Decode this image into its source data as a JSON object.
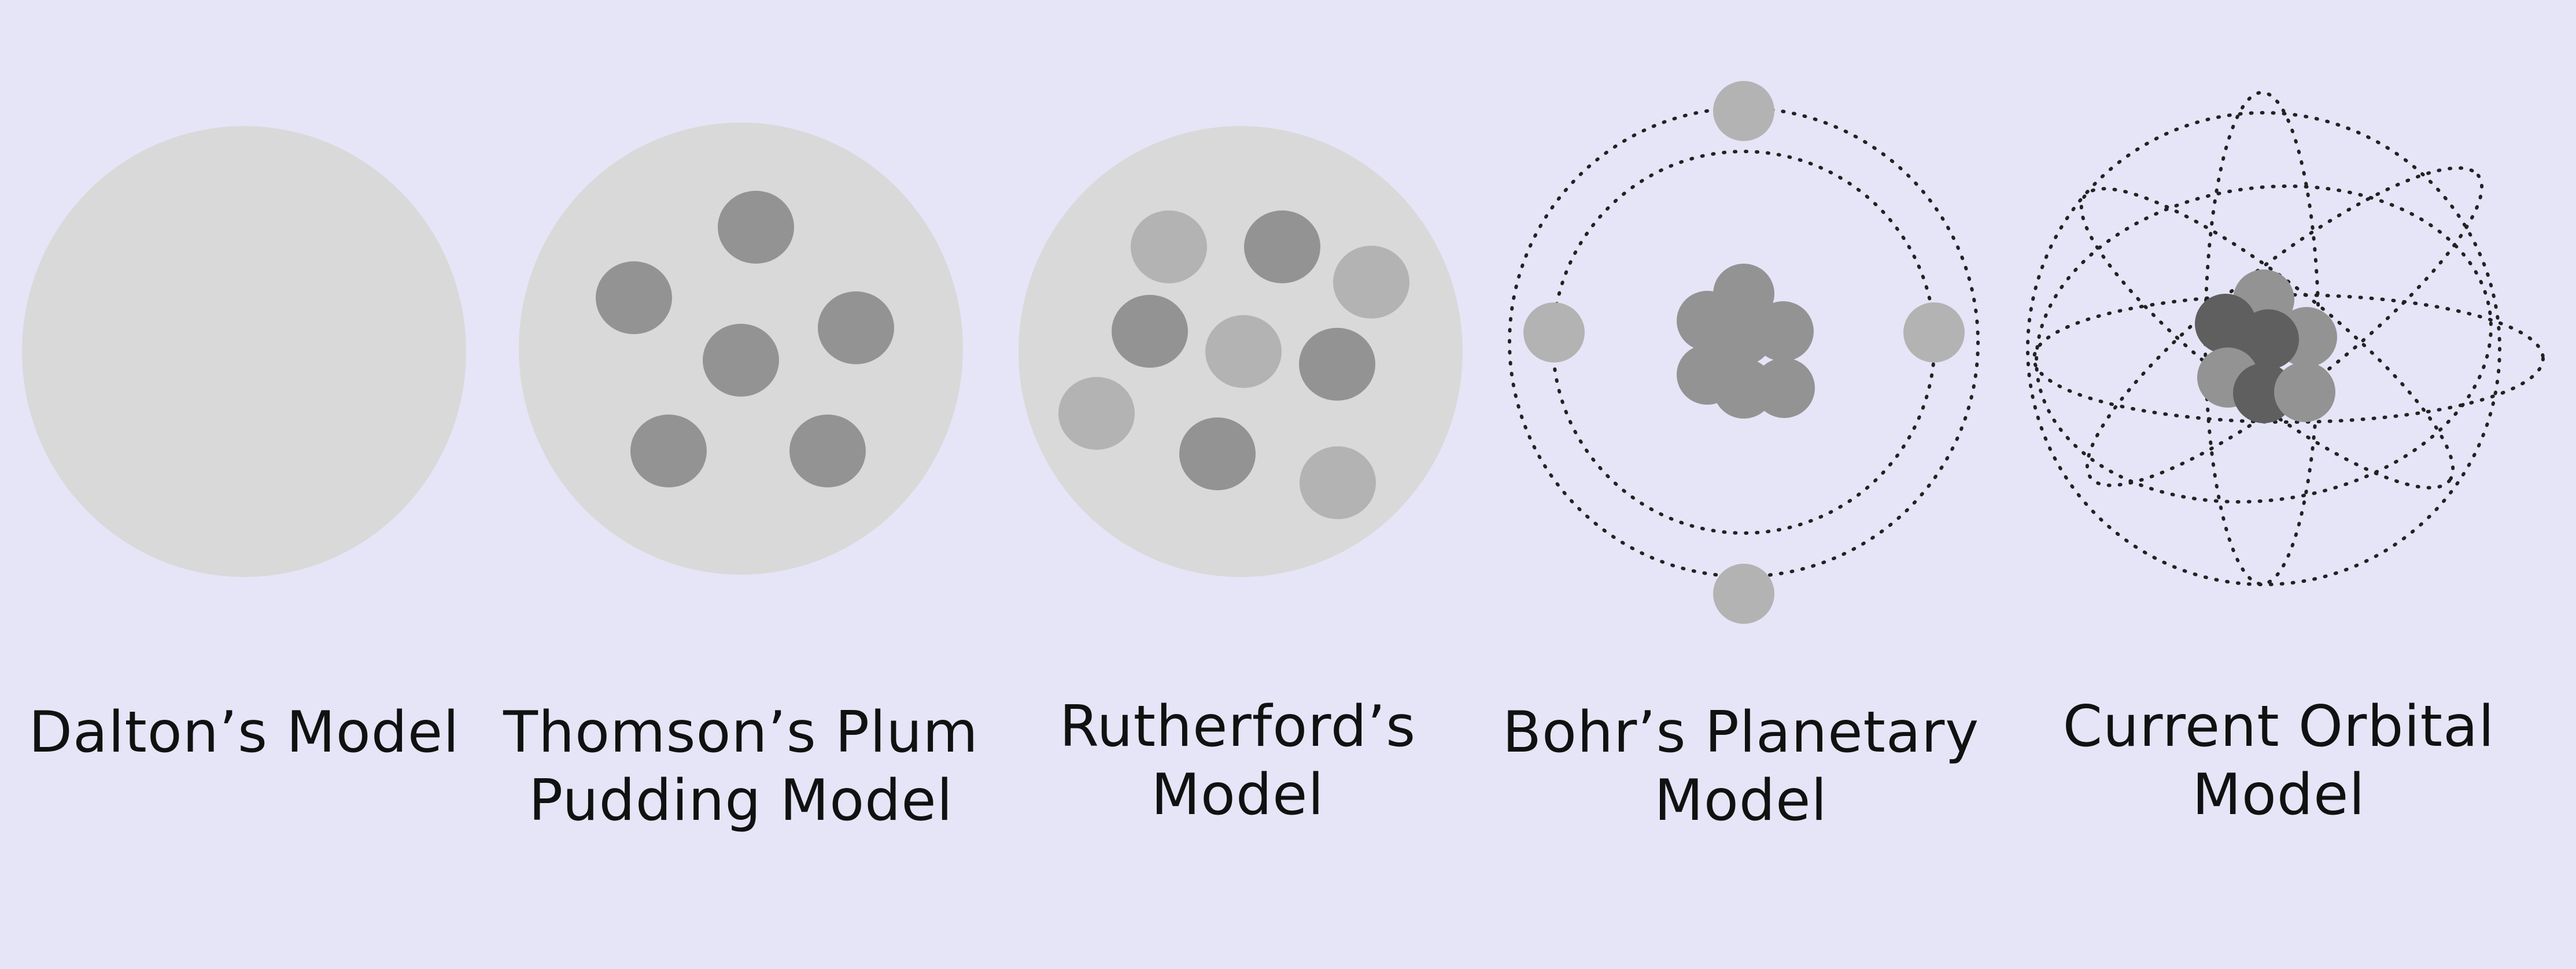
{
  "colors": {
    "background": "#e6e5f7",
    "sphere": "#d9d9d9",
    "particle_dark": "#939393",
    "particle_light": "#b3b3b3",
    "particle_darkest": "#5f5f5f",
    "orbit": "#222222"
  },
  "models": [
    {
      "key": "dalton",
      "caption": [
        "Dalton’s Model"
      ]
    },
    {
      "key": "thomson",
      "caption": [
        "Thomson’s Plum",
        "Pudding Model"
      ]
    },
    {
      "key": "rutherford",
      "caption": [
        "Rutherford’s",
        "Model"
      ]
    },
    {
      "key": "bohr",
      "caption": [
        "Bohr’s Planetary",
        "Model"
      ]
    },
    {
      "key": "orbital",
      "caption": [
        "Current Orbital",
        "Model"
      ]
    }
  ]
}
